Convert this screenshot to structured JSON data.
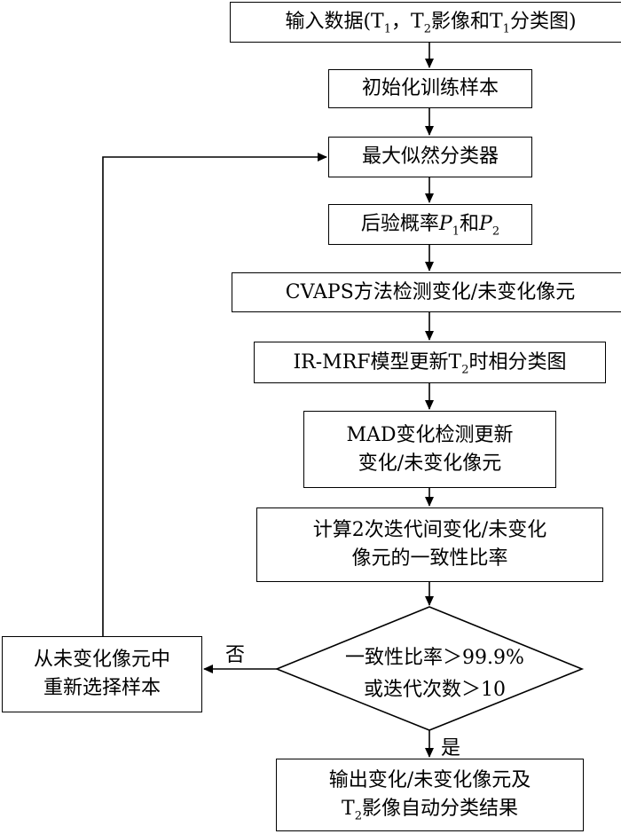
{
  "nodes": {
    "input": {
      "pre": "输入数据(T",
      "s1": "1",
      "mid1": "，T",
      "s2": "2",
      "mid2": "影像和T",
      "s3": "1",
      "post": "分类图)"
    },
    "init": {
      "text": "初始化训练样本"
    },
    "mlc": {
      "text": "最大似然分类器"
    },
    "posterior": {
      "pre": "后验概率",
      "p1": "P",
      "s1": "1",
      "mid": "和",
      "p2": "P",
      "s2": "2"
    },
    "cvaps": {
      "text": "CVAPS方法检测变化/未变化像元"
    },
    "irmrf": {
      "pre": "IR-MRF模型更新T",
      "s1": "2",
      "post": "时相分类图"
    },
    "mad": {
      "line1": "MAD变化检测更新",
      "line2": "变化/未变化像元"
    },
    "ratio": {
      "line1": "计算2次迭代间变化/未变化",
      "line2": "像元的一致性比率"
    },
    "decision": {
      "line1": "一致性比率＞99.9%",
      "line2": "或迭代次数＞10"
    },
    "reselect": {
      "line1": "从未变化像元中",
      "line2": "重新选择样本"
    },
    "output": {
      "line1": "输出变化/未变化像元及",
      "l2pre": "T",
      "s1": "2",
      "l2post": "影像自动分类结果"
    }
  },
  "edge_labels": {
    "no": "否",
    "yes": "是"
  }
}
